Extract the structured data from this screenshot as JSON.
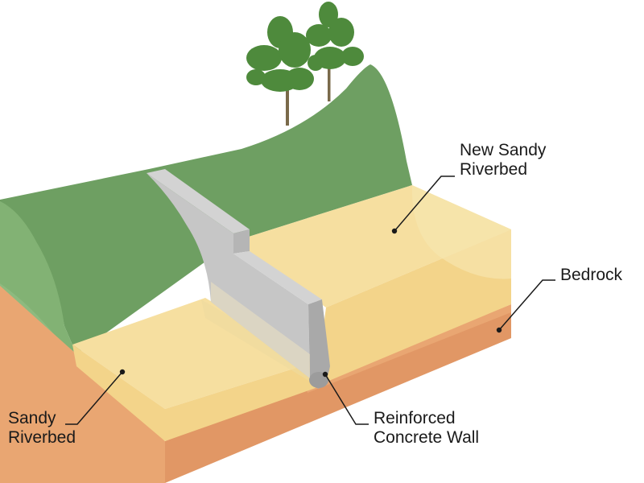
{
  "labels": {
    "new_sandy_riverbed": {
      "line1": "New Sandy",
      "line2": "Riverbed"
    },
    "bedrock": {
      "line1": "Bedrock"
    },
    "sandy_riverbed": {
      "line1": "Sandy",
      "line2": "Riverbed"
    },
    "reinforced_concrete_wall": {
      "line1": "Reinforced",
      "line2": "Concrete Wall"
    }
  },
  "colors": {
    "hillside": "#6e9f62",
    "hillside_dark": "#5d8c52",
    "hillside_light": "#82b274",
    "sand_top": "#f6dfa0",
    "sand_front": "#f3d48a",
    "bedrock": "#e9a672",
    "bedrock_front": "#e19765",
    "concrete": "#c6c6c6",
    "concrete_dark": "#a9a9a9",
    "tree": "#4e8a3c",
    "trunk": "#7a6a4a",
    "leader_line": "#1a1a1a"
  }
}
